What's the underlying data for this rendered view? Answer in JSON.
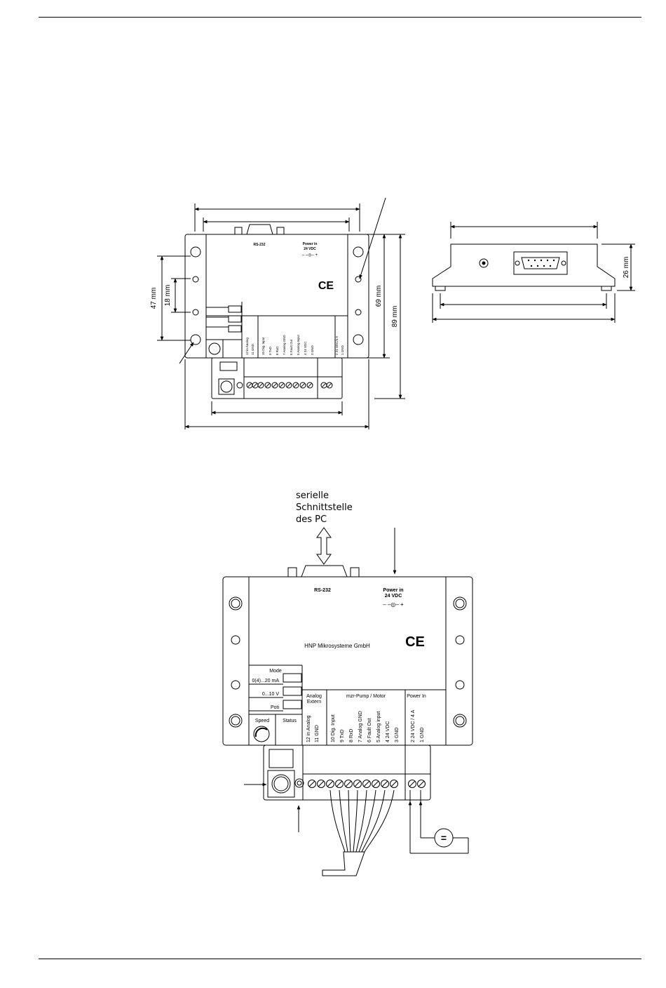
{
  "top_view": {
    "dim_47": "47 mm",
    "dim_18": "18 mm",
    "dim_69": "69 mm",
    "dim_89": "89 mm",
    "rs232": "RS-232",
    "power_in": "Power in",
    "power_vdc": "24 VDC",
    "polarity": "– –◎– +",
    "ce": "CE",
    "pins": [
      "12 in Analog",
      "11 GND",
      "10 Dig. Input",
      "9 TxD",
      "8 RxD",
      "7 Analog GND",
      "6 Fault Out",
      "5 Analog Input",
      "4 24 VDC",
      "3 GND",
      "2 24 VDC/4 A",
      "1 GND"
    ]
  },
  "side_view": {
    "dim_26": "26 mm"
  },
  "wiring_view": {
    "pc_label_1": "serielle",
    "pc_label_2": "Schnittstelle",
    "pc_label_3": "des PC",
    "rs232": "RS-232",
    "power_in": "Power in",
    "power_vdc": "24 VDC",
    "polarity": "– –◎– +",
    "company": "HNP Mikrosysteme GmbH",
    "ce": "CE",
    "mode": "Mode",
    "mode_0_20": "0(4)...20 mA",
    "mode_0_10": "0...10 V",
    "mode_pot": "Poti",
    "speed": "Speed",
    "status": "Status",
    "analog_extern_1": "Analog",
    "analog_extern_2": "Extern",
    "pump_motor": "mzr-Pump / Motor",
    "power_in_block": "Power In",
    "pins_analog": [
      "12 in Analog",
      "11 GND"
    ],
    "pins_pump": [
      "10 Dig. Input",
      "9 TxD",
      "8 RxD",
      "7 Analog GND",
      "6 Fault Out",
      "5 Analog input",
      "4 24 VDC",
      "3 GND"
    ],
    "pins_power": [
      "2 24 VDC / 4 A",
      "1 GND"
    ],
    "dc_symbol": "="
  }
}
